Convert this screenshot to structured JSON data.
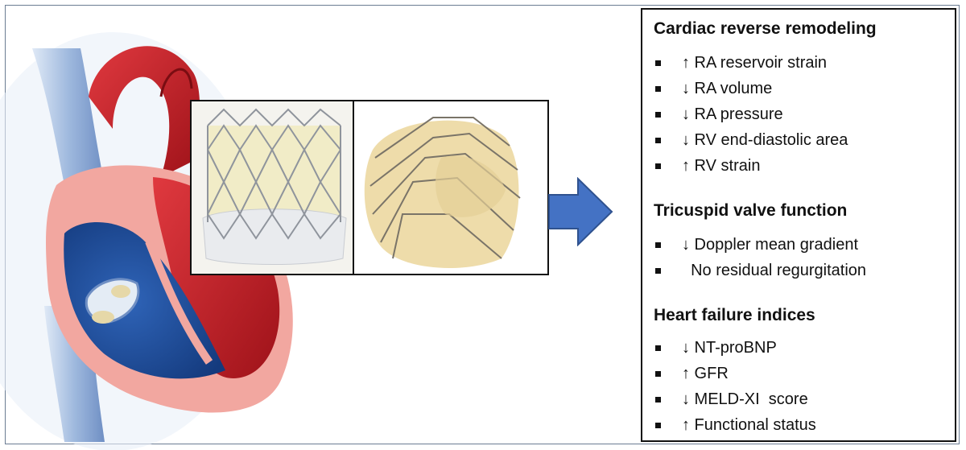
{
  "sections": [
    {
      "title": "Cardiac reverse remodeling",
      "items": [
        "↑ RA reservoir strain",
        "↓ RA volume",
        "↓ RA pressure",
        "↓ RV end-diastolic area",
        "↑ RV strain"
      ]
    },
    {
      "title": "Tricuspid valve function",
      "items": [
        "↓ Doppler mean gradient",
        "  No residual regurgitation"
      ]
    },
    {
      "title": "Heart failure indices",
      "items": [
        "↓ NT-proBNP",
        "↑ GFR",
        "↓ MELD-XI  score",
        "↑ Functional status"
      ]
    }
  ],
  "colors": {
    "arrow": "#4472c4",
    "arrow_outline": "#2f528f",
    "heart_red": "#c8202a",
    "heart_blue": "#1e4d9c",
    "tissue_pink": "#f2a7a0"
  }
}
